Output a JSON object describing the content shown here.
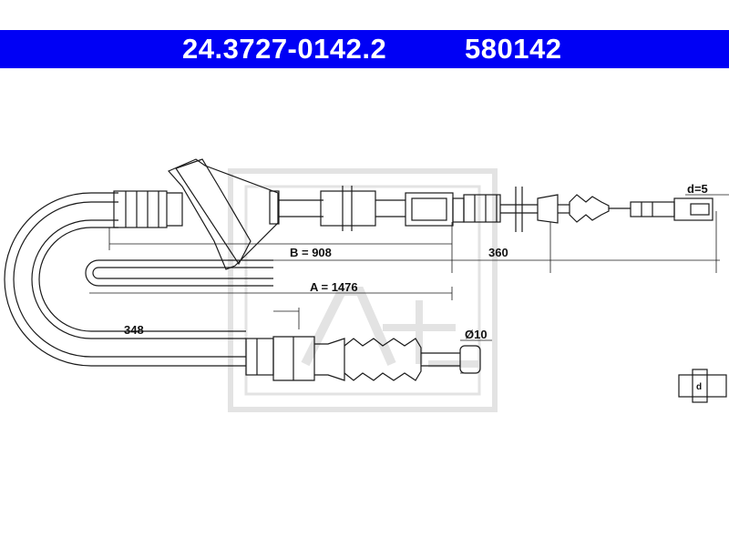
{
  "header": {
    "part_number": "24.3727-0142.2",
    "ref_number": "580142",
    "background_color": "#0000f5",
    "text_color": "#ffffff"
  },
  "dimensions": {
    "b_length": "B = 908",
    "a_length": "A = 1476",
    "length_360": "360",
    "length_348": "348",
    "diameter": "Ø10",
    "eye_diameter": "d=5",
    "detail_label": "d"
  },
  "watermark": {
    "logo": "ate-logo",
    "color": "#e2e2e2"
  }
}
